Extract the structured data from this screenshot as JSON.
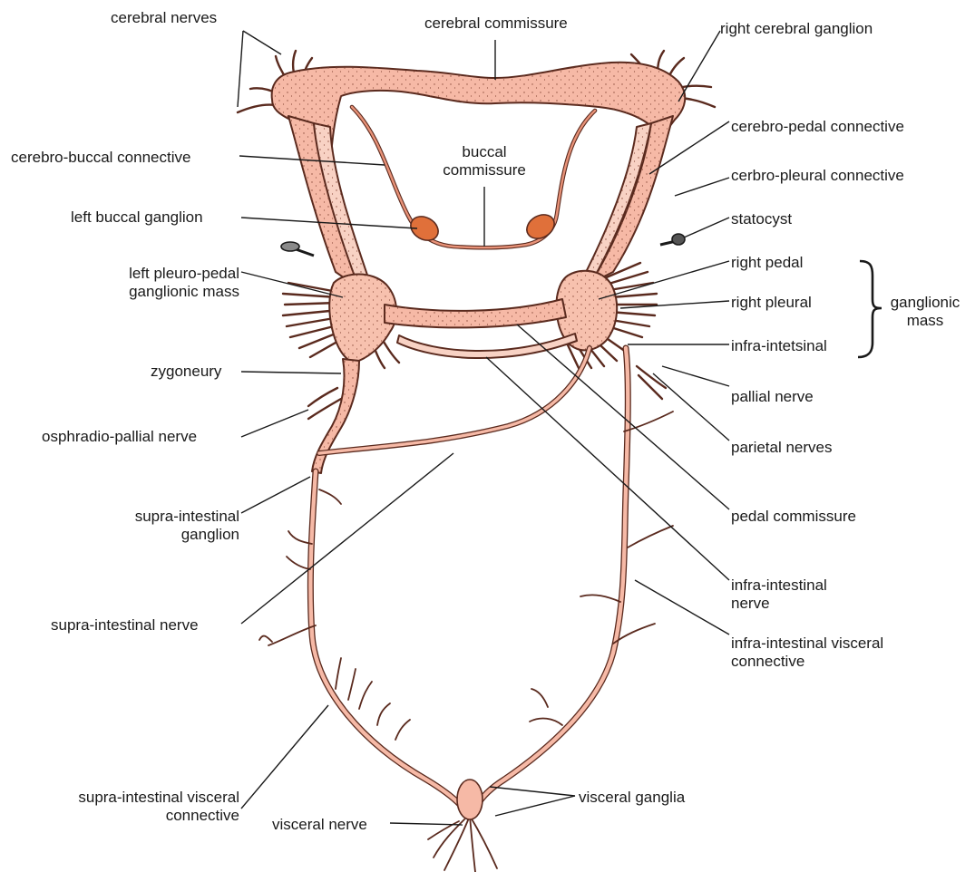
{
  "colors": {
    "nerve_fill": "#f6b9a6",
    "nerve_fill_light": "#f8d2c4",
    "ganglion_fill": "#f7c1ae",
    "buccal_ganglion": "#e0703a",
    "outline": "#5a2a1e",
    "stipple": "#8a4a3a",
    "leader": "#1a1a1a"
  },
  "labels": {
    "cerebral_nerves": "cerebral nerves",
    "cerebral_commissure": "cerebral commissure",
    "right_cerebral_ganglion": "right cerebral ganglion",
    "cerebro_pedal_connective": "cerebro-pedal  connective",
    "cerebro_buccal_connective": "cerebro-buccal connective",
    "buccal_commissure": [
      "buccal",
      "commissure"
    ],
    "cerbro_pleural_connective": "cerbro-pleural connective",
    "left_buccal_ganglion": "left buccal ganglion",
    "statocyst": "statocyst",
    "left_pleuro_pedal": [
      "left pleuro-pedal",
      "ganglionic mass"
    ],
    "right_pedal": "right pedal",
    "right_pleural": "right pleural",
    "infra_intestinal_ganglion": "infra-intetsinal",
    "ganglionic_mass": [
      "ganglionic",
      "mass"
    ],
    "zygoneury": "zygoneury",
    "pallial_nerve": "pallial nerve",
    "osphradio_pallial_nerve": "osphradio-pallial nerve",
    "parietal_nerves": "parietal nerves",
    "supra_intestinal_ganglion": [
      "supra-intestinal",
      "ganglion"
    ],
    "pedal_commissure": "pedal commissure",
    "infra_intestinal_nerve": [
      "infra-intestinal",
      "nerve"
    ],
    "supra_intestinal_nerve": "supra-intestinal nerve",
    "infra_intestinal_visceral_connective": [
      "infra-intestinal visceral",
      "connective"
    ],
    "supra_intestinal_visceral_connective": [
      "supra-intestinal visceral",
      "connective"
    ],
    "visceral_ganglia": "visceral ganglia",
    "visceral_nerve": "visceral nerve"
  }
}
